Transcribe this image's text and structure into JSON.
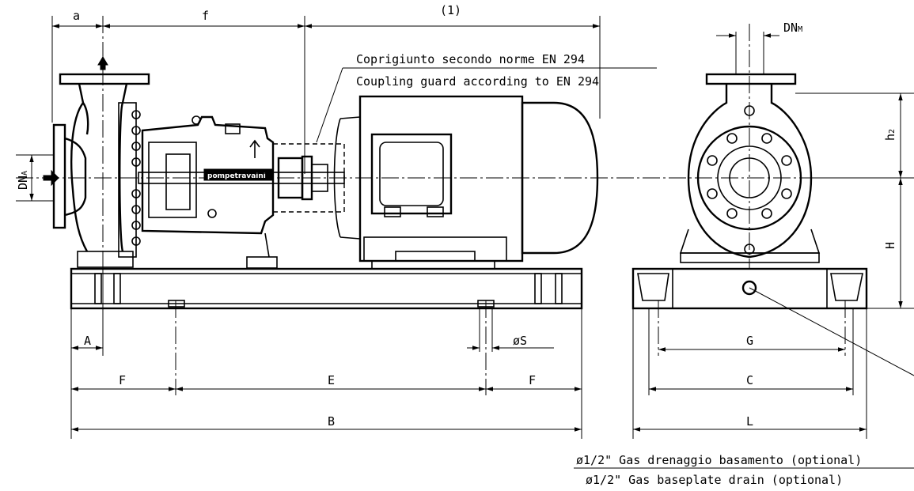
{
  "dimensions": {
    "a": "a",
    "f": "f",
    "motor_length": "(1)",
    "dn_suction": "DNA",
    "dn_suction_main": "DN",
    "dn_suction_sub": "A",
    "dn_discharge_main": "DN",
    "dn_discharge_sub": "M",
    "h2_main": "h",
    "h2_sub": "2",
    "H": "H",
    "A": "A",
    "S": "øS",
    "F_left": "F",
    "E": "E",
    "F_right": "F",
    "B": "B",
    "G": "G",
    "C": "C",
    "L": "L"
  },
  "notes": {
    "coupling_guard_it": "Coprigiunto secondo norme EN 294",
    "coupling_guard_en": "Coupling guard according to EN 294",
    "drain_it": "ø1/2\" Gas drenaggio basamento (optional)",
    "drain_en": "ø1/2\" Gas baseplate drain (optional)"
  },
  "nameplate": {
    "brand": "pompetravaini"
  }
}
